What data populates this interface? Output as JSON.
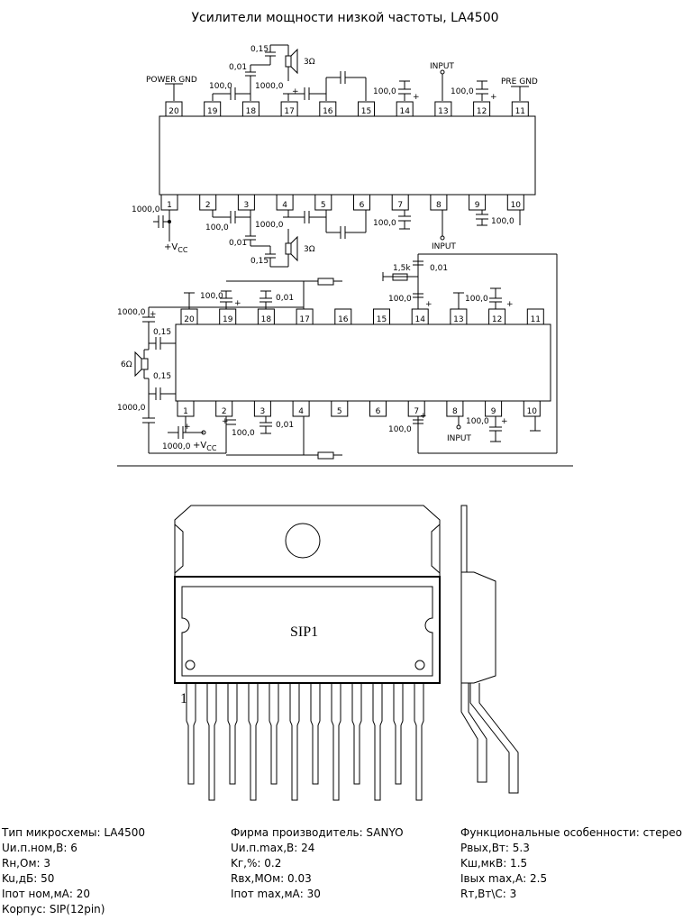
{
  "title": "Усилители мощности низкой частоты, LA4500",
  "chip_upper": {
    "top_pins": [
      "20",
      "19",
      "18",
      "17",
      "16",
      "15",
      "14",
      "13",
      "12",
      "11"
    ],
    "bottom_pins": [
      "1",
      "2",
      "3",
      "4",
      "5",
      "6",
      "7",
      "8",
      "9",
      "10"
    ],
    "labels": {
      "power_gnd": "POWER GND",
      "pre_gnd": "PRE GND",
      "input_top": "INPUT",
      "input_bottom": "INPUT",
      "c015_top": "0,15",
      "c001_top": "0,01",
      "c1000_top": "1000,0",
      "c100_19": "100,0",
      "c100_14": "100,0",
      "c100_12": "100,0",
      "spk_top": "3Ω",
      "c1000_vcc": "1000,0",
      "vcc": "+V",
      "vcc_sub": "CC",
      "c100_2": "100,0",
      "c1000_bot": "1000,0",
      "c100_7": "100,0",
      "c100_9": "100,0",
      "c001_bot": "0,01",
      "c015_bot": "0,15",
      "spk_bot": "3Ω"
    }
  },
  "chip_lower": {
    "top_pins": [
      "20",
      "19",
      "18",
      "17",
      "16",
      "15",
      "14",
      "13",
      "12",
      "11"
    ],
    "bottom_pins": [
      "1",
      "2",
      "3",
      "4",
      "5",
      "6",
      "7",
      "8",
      "9",
      "10"
    ],
    "labels": {
      "r15k": "1,5k",
      "c001_fb": "0,01",
      "c100_19": "100,0",
      "c001_18": "0,01",
      "c100_14": "100,0",
      "c100_12": "100,0",
      "c1000_top": "1000,0",
      "c015_a": "0,15",
      "spk": "6Ω",
      "c015_b": "0,15",
      "c1000_bot": "1000,0",
      "c100_2": "100,0",
      "c001_3": "0,01",
      "c100_7": "100,0",
      "input": "INPUT",
      "c100_9": "100,0",
      "c1000_vcc": "1000,0",
      "vcc": "+V",
      "vcc_sub": "CC"
    }
  },
  "package": {
    "name": "SIP1",
    "pin1": "1"
  },
  "params": {
    "col1": [
      "Тип микросхемы: LA4500",
      "Uи.п.ном,В: 6",
      "Rн,Ом: 3",
      "Ku,дБ: 50",
      "Iпот ном,мА: 20",
      "Корпус: SIP(12pin)"
    ],
    "col2": [
      "Фирма производитель: SANYO",
      "Uи.п.max,В: 24",
      "Kг,%: 0.2",
      "Rвх,МОм: 0.03",
      "Iпот max,мА: 30"
    ],
    "col3": [
      "Функциональные особенности: стерео",
      "Pвых,Вт: 5.3",
      "Kш,мкВ: 1.5",
      "Iвых max,А: 2.5",
      "Rт,Вт\\С: 3"
    ]
  }
}
